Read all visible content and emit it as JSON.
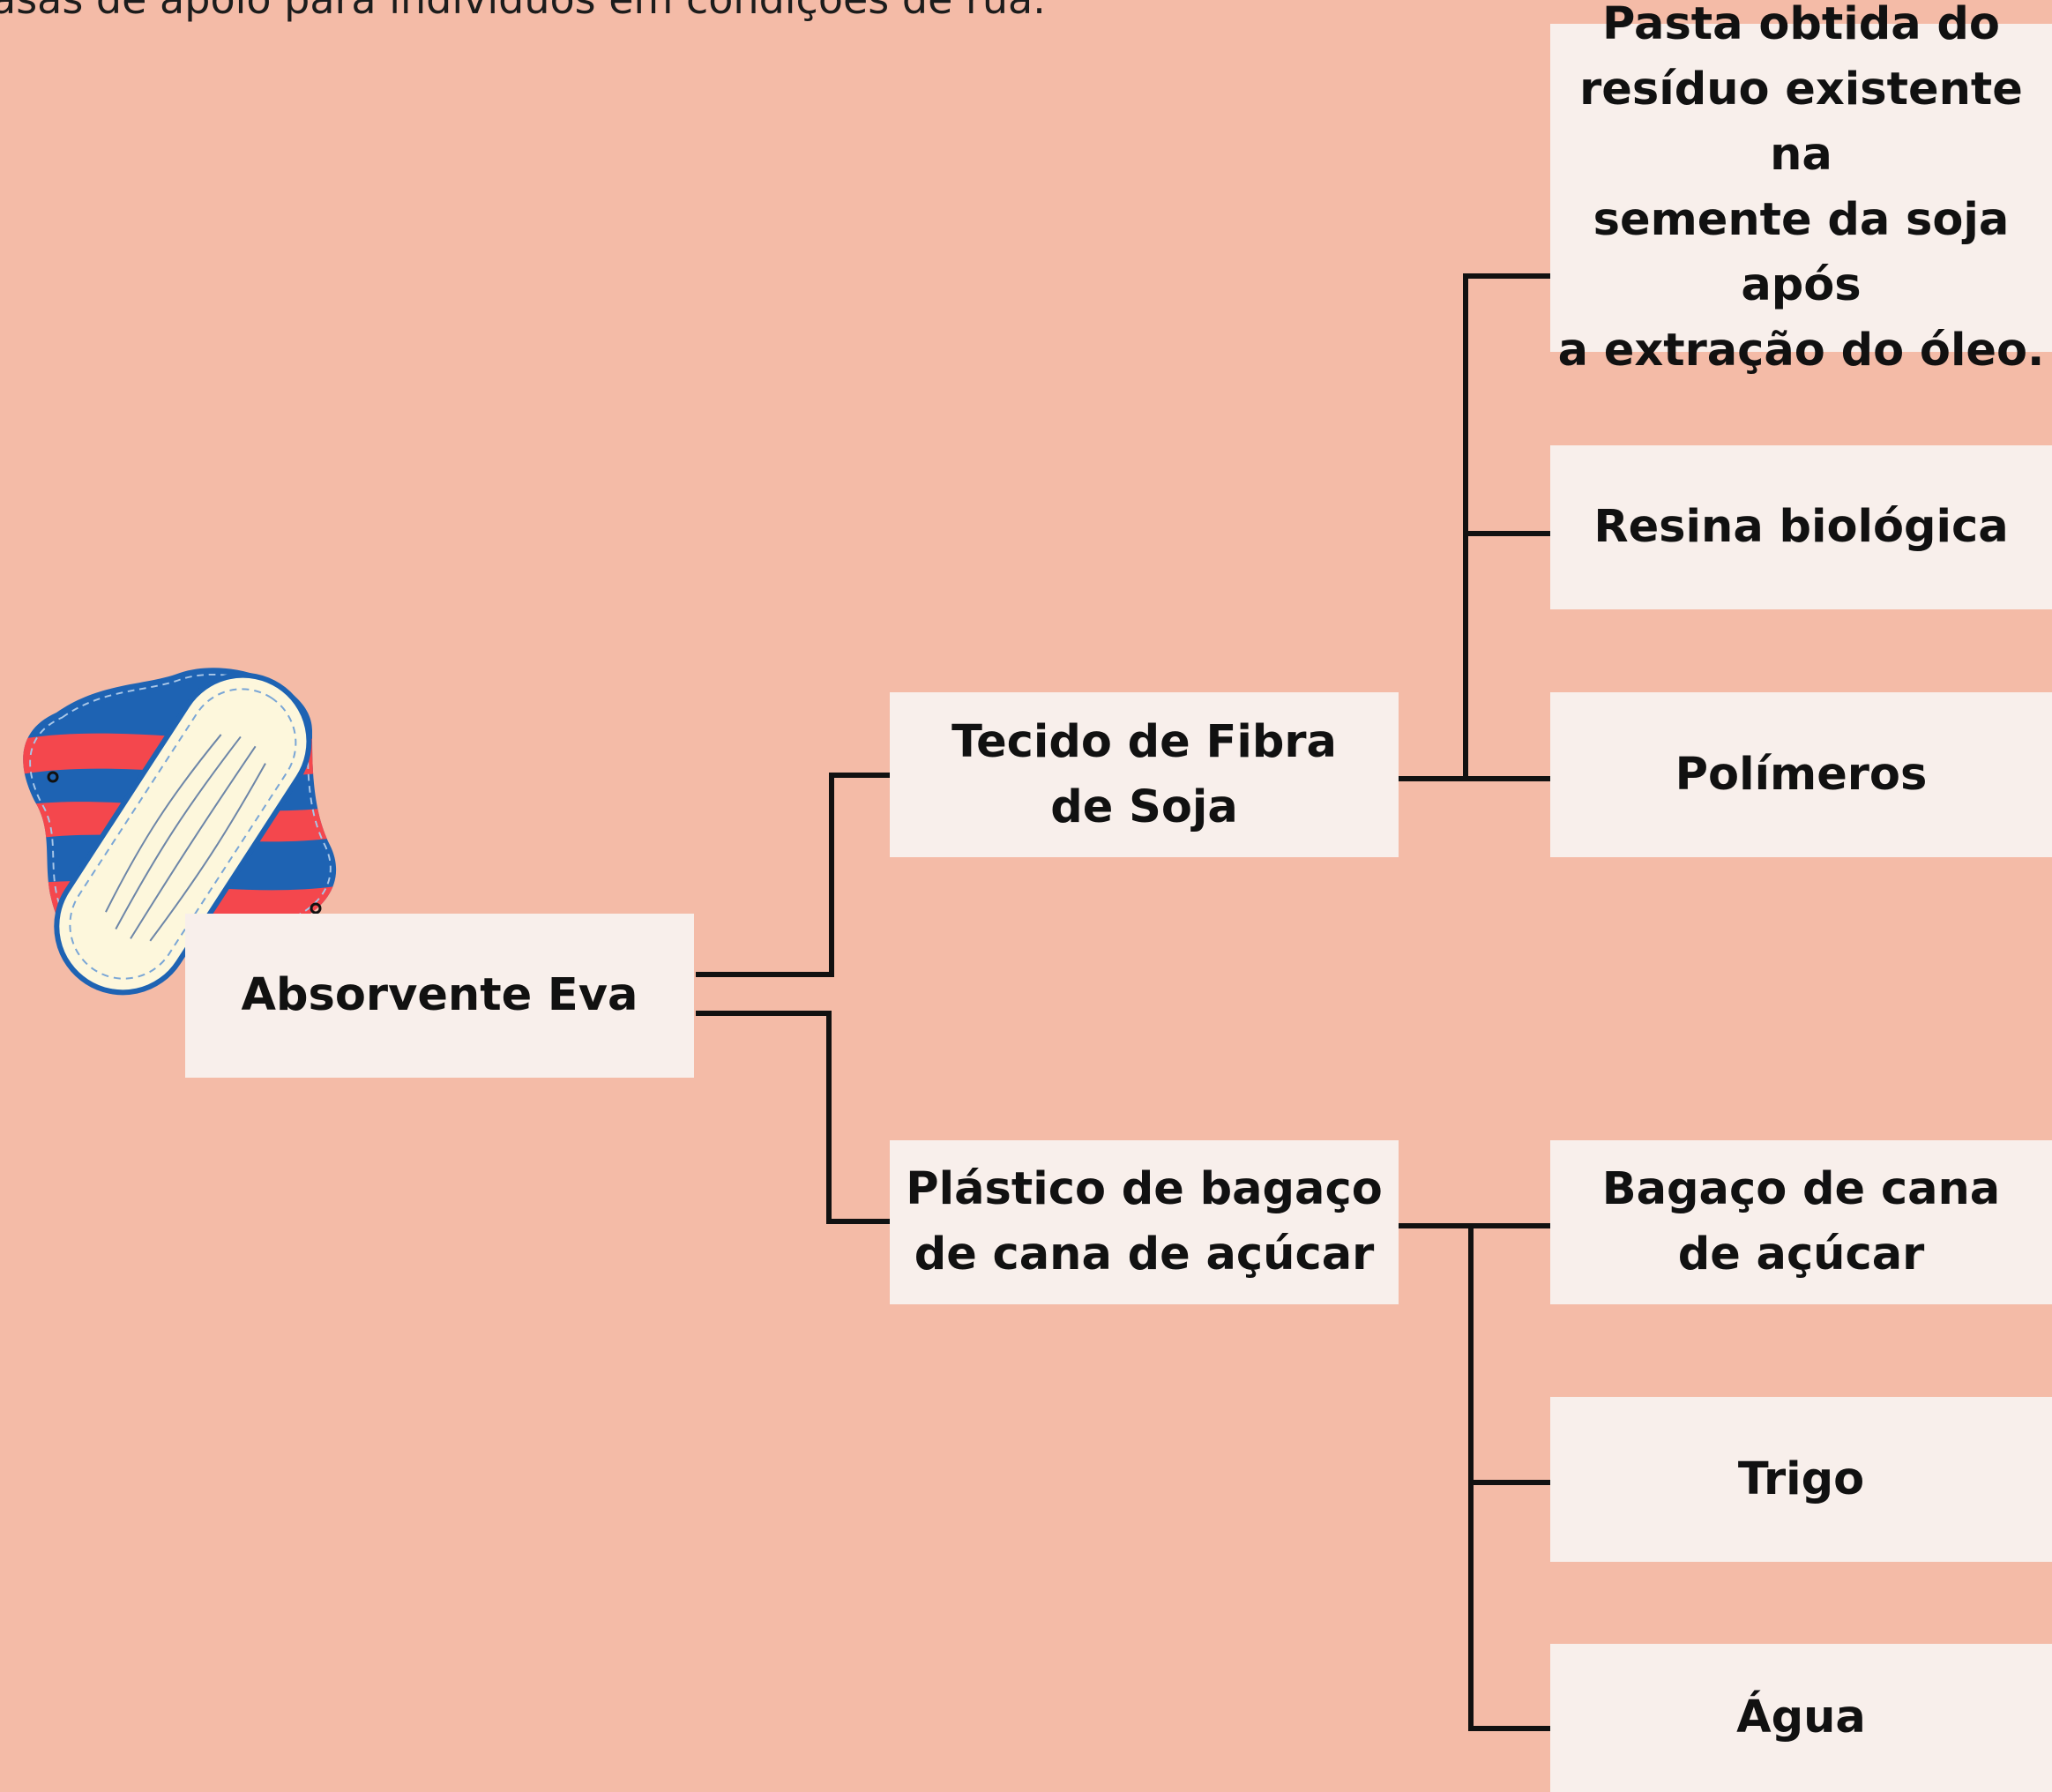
{
  "intro_text": "asas de apoio para indivíduos em condições de rua.",
  "root": {
    "label": "Absorvente Eva"
  },
  "branches": [
    {
      "label": "Tecido de Fibra\nde Soja",
      "children": [
        {
          "label": "Pasta obtida do\nresíduo existente na\nsemente da soja após\na extração do óleo."
        },
        {
          "label": "Resina biológica"
        },
        {
          "label": "Polímeros"
        }
      ]
    },
    {
      "label": "Plástico de bagaço\nde cana de açúcar",
      "children": [
        {
          "label": "Bagaço de cana\nde açúcar"
        },
        {
          "label": "Trigo"
        },
        {
          "label": "Água"
        }
      ]
    }
  ],
  "colors": {
    "background": "#f4bba7",
    "node_fill": "#f8efeb",
    "connector": "#111111",
    "pad_blue": "#1e63b3",
    "pad_red": "#f4474d",
    "pad_cream": "#fdf7dc"
  },
  "icon": "sanitary-pad-icon"
}
